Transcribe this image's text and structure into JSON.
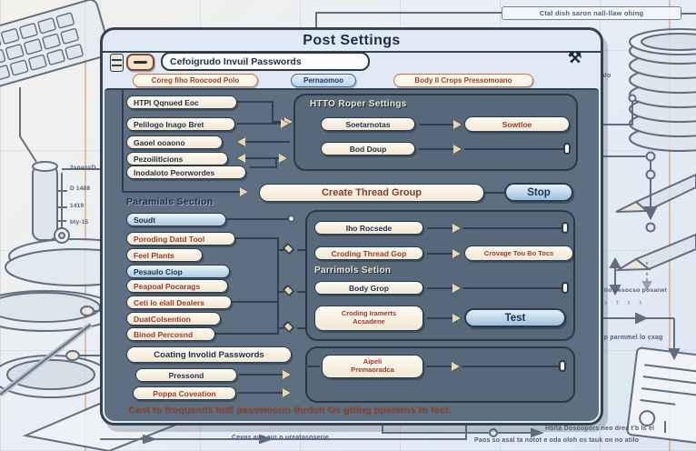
{
  "colors": {
    "accent_red": "#9e382a",
    "navy_text": "#22304a",
    "panel_slate": "#5d6f81",
    "cream_pill": "#f8f1e0",
    "blue_pill": "#b9d4ea",
    "warm_line": "#cf8a5a"
  },
  "icons": {
    "tools_glyph": "⚒"
  },
  "window": {
    "title": "Post Settings",
    "field_value": "Cefoigrudo Invuil Passwords",
    "buttons": [
      "Coreg fiho Roocood Polo",
      "Pernaomoo",
      "Body Il Crops Pressomoano"
    ],
    "s1": {
      "items": [
        "HTPI Qqnued Eoc",
        "Pelilogo Inago Bret",
        "Gaoel ooaono",
        "Pezoilitlcions",
        "Inodaloto Peorwordes"
      ],
      "panel_header": "HTTO Roper Settings",
      "row1_label": "Soetarnotas",
      "row1_target": "Sowtloe",
      "row2_label": "Bod Doup"
    },
    "thread": {
      "label": "Create Thread Group",
      "stop": "Stop"
    },
    "s2": {
      "header": "Paramials Section",
      "items": [
        "Soudt",
        "Poroding Datd Tool",
        "Feel Plants",
        "Pesaulo Ciop",
        "Peapoal Pocarags",
        "Ceti lo elall Dealers",
        "DuatColsention",
        "Binod Percosnd"
      ],
      "panel": {
        "row1_label": "Iho Rocsede",
        "row2_label": "Croding Thread Gop",
        "row2_target": "Crovage Tou Bo Tocs",
        "subheader": "Parrimols Setion",
        "row3_label": "Body Grop",
        "row4_line1": "Croding Iramerts",
        "row4_line2": "Acsadene",
        "test_button": "Test"
      }
    },
    "s3": {
      "header": "Coating Involid Passwords",
      "items": [
        "Pressond",
        "Poppa Coveation"
      ],
      "panel_line1": "Aipeli",
      "panel_line2": "Premaoradca"
    },
    "status": "Cast to froquends Indl passwoono thrdun Os gtting ppaterns to tect."
  },
  "annotations": {
    "top_right": "Ctal dish saron nall-llaw ohing",
    "coins_label": "ab alo",
    "right_mid": "Oitlo pesocso posarwt",
    "right_low": "Solip parmmel lo cxag",
    "chevrons": "› › › › ›",
    "bottom_left": "Cevas aus aur o ureatasoserie",
    "bottom_right_1": "Hbltå Dosoopors neo drea t'b ls el",
    "bottom_right_2": "Paos so asal ta notot e oda oloh os tauk on no atilo",
    "scale_top": "3snao=D",
    "scale_1": "D 1488",
    "scale_2": "1419",
    "scale_3": "bty-15"
  }
}
